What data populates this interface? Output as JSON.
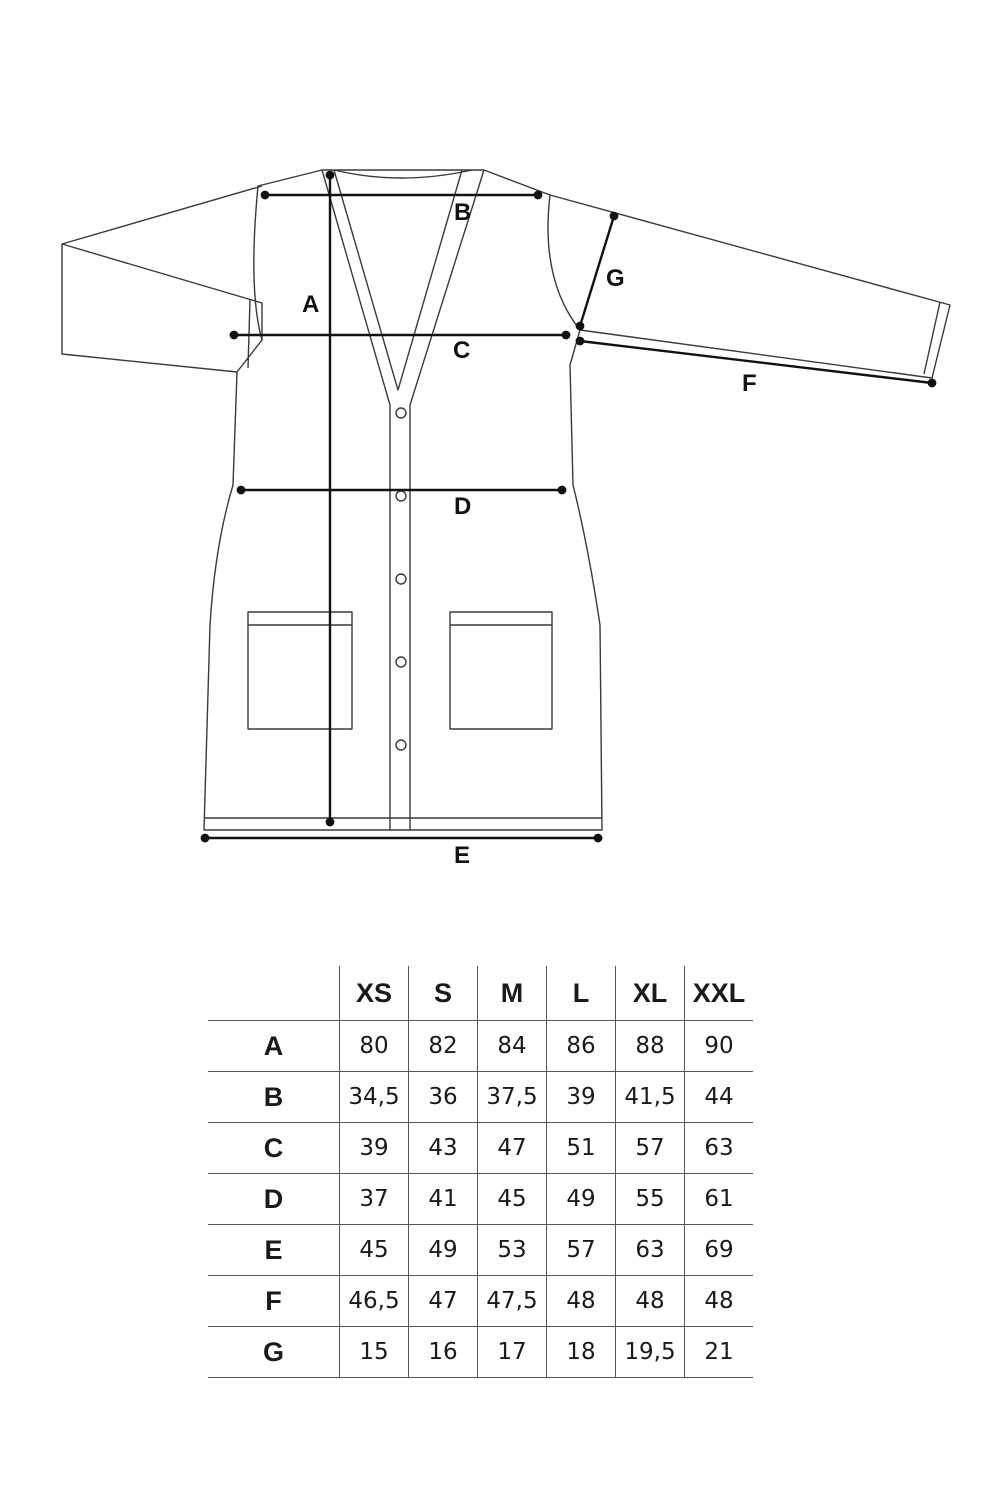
{
  "measure_labels": {
    "A": "A",
    "B": "B",
    "C": "C",
    "D": "D",
    "E": "E",
    "F": "F",
    "G": "G"
  },
  "size_table": {
    "columns": [
      "XS",
      "S",
      "M",
      "L",
      "XL",
      "XXL"
    ],
    "rows": [
      {
        "label": "A",
        "values": [
          "80",
          "82",
          "84",
          "86",
          "88",
          "90"
        ]
      },
      {
        "label": "B",
        "values": [
          "34,5",
          "36",
          "37,5",
          "39",
          "41,5",
          "44"
        ]
      },
      {
        "label": "C",
        "values": [
          "39",
          "43",
          "47",
          "51",
          "57",
          "63"
        ]
      },
      {
        "label": "D",
        "values": [
          "37",
          "41",
          "45",
          "49",
          "55",
          "61"
        ]
      },
      {
        "label": "E",
        "values": [
          "45",
          "49",
          "53",
          "57",
          "63",
          "69"
        ]
      },
      {
        "label": "F",
        "values": [
          "46,5",
          "47",
          "47,5",
          "48",
          "48",
          "48"
        ]
      },
      {
        "label": "G",
        "values": [
          "15",
          "16",
          "17",
          "18",
          "19,5",
          "21"
        ]
      }
    ]
  }
}
